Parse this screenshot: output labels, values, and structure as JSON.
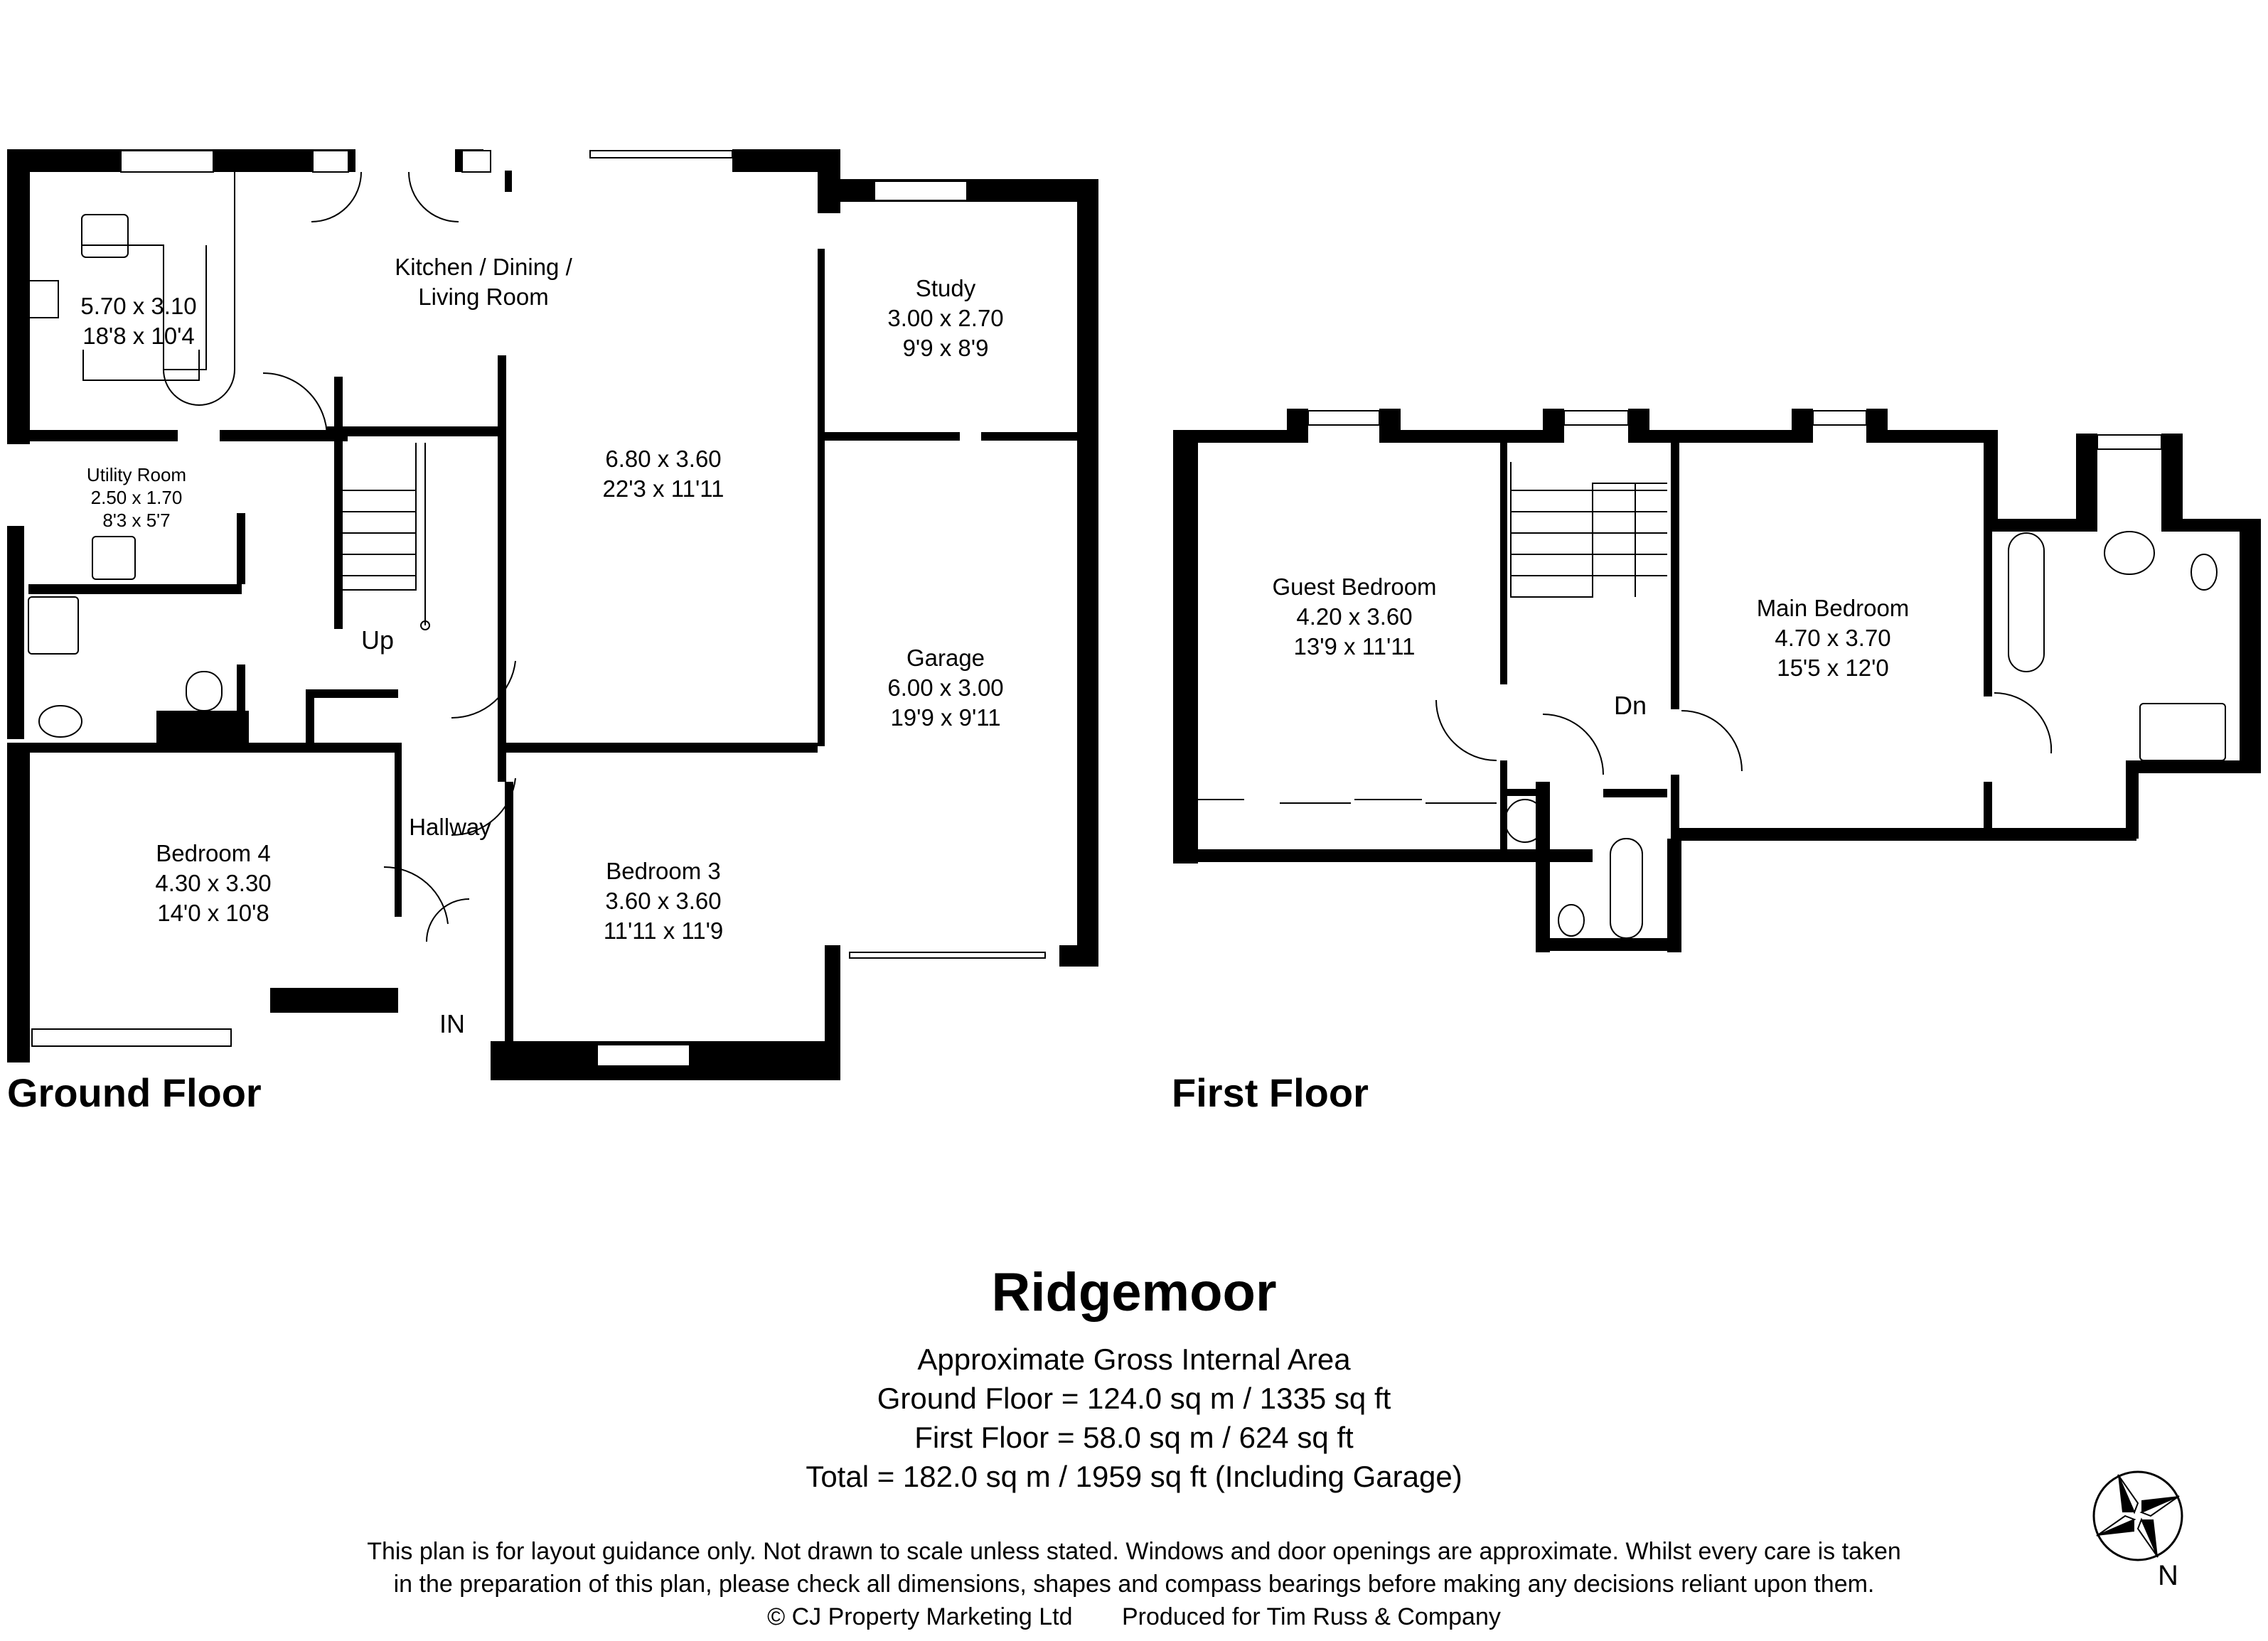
{
  "property": {
    "name": "Ridgemoor"
  },
  "floors": {
    "ground": {
      "title": "Ground Floor",
      "rooms": [
        {
          "name": "Kitchen / Dining /",
          "name2": "Living Room",
          "metric": "",
          "imperial": ""
        },
        {
          "name": "",
          "metric": "5.70 x 3.10",
          "imperial": "18'8 x 10'4"
        },
        {
          "name": "",
          "metric": "6.80 x 3.60",
          "imperial": "22'3 x 11'11"
        },
        {
          "name": "Study",
          "metric": "3.00 x 2.70",
          "imperial": "9'9 x 8'9"
        },
        {
          "name": "Utility Room",
          "metric": "2.50 x 1.70",
          "imperial": "8'3 x 5'7"
        },
        {
          "name": "Garage",
          "metric": "6.00 x 3.00",
          "imperial": "19'9 x 9'11"
        },
        {
          "name": "Bedroom 4",
          "metric": "4.30 x 3.30",
          "imperial": "14'0 x 10'8"
        },
        {
          "name": "Bedroom 3",
          "metric": "3.60 x 3.60",
          "imperial": "11'11 x 11'9"
        },
        {
          "name": "Hallway"
        }
      ],
      "stairs_label": "Up",
      "entrance_label": "IN"
    },
    "first": {
      "title": "First Floor",
      "rooms": [
        {
          "name": "Guest Bedroom",
          "metric": "4.20 x 3.60",
          "imperial": "13'9 x 11'11"
        },
        {
          "name": "Main Bedroom",
          "metric": "4.70 x 3.70",
          "imperial": "15'5 x 12'0"
        }
      ],
      "stairs_label": "Dn"
    }
  },
  "areas": {
    "heading": "Approximate Gross Internal Area",
    "ground": "Ground Floor = 124.0 sq m / 1335 sq ft",
    "first": "First Floor = 58.0 sq m / 624 sq ft",
    "total": "Total = 182.0 sq m / 1959 sq ft (Including Garage)"
  },
  "disclaimer": {
    "line1": "This plan is for layout guidance only. Not drawn to scale unless stated. Windows and door openings are approximate. Whilst every care is taken",
    "line2": "in the preparation of this plan, please check all dimensions, shapes and compass bearings before making any decisions reliant upon them.",
    "copyright": "© CJ Property Marketing Ltd",
    "produced_for": "Produced for Tim Russ & Company"
  },
  "compass": {
    "icon": "compass-rose-icon",
    "label": "N"
  }
}
